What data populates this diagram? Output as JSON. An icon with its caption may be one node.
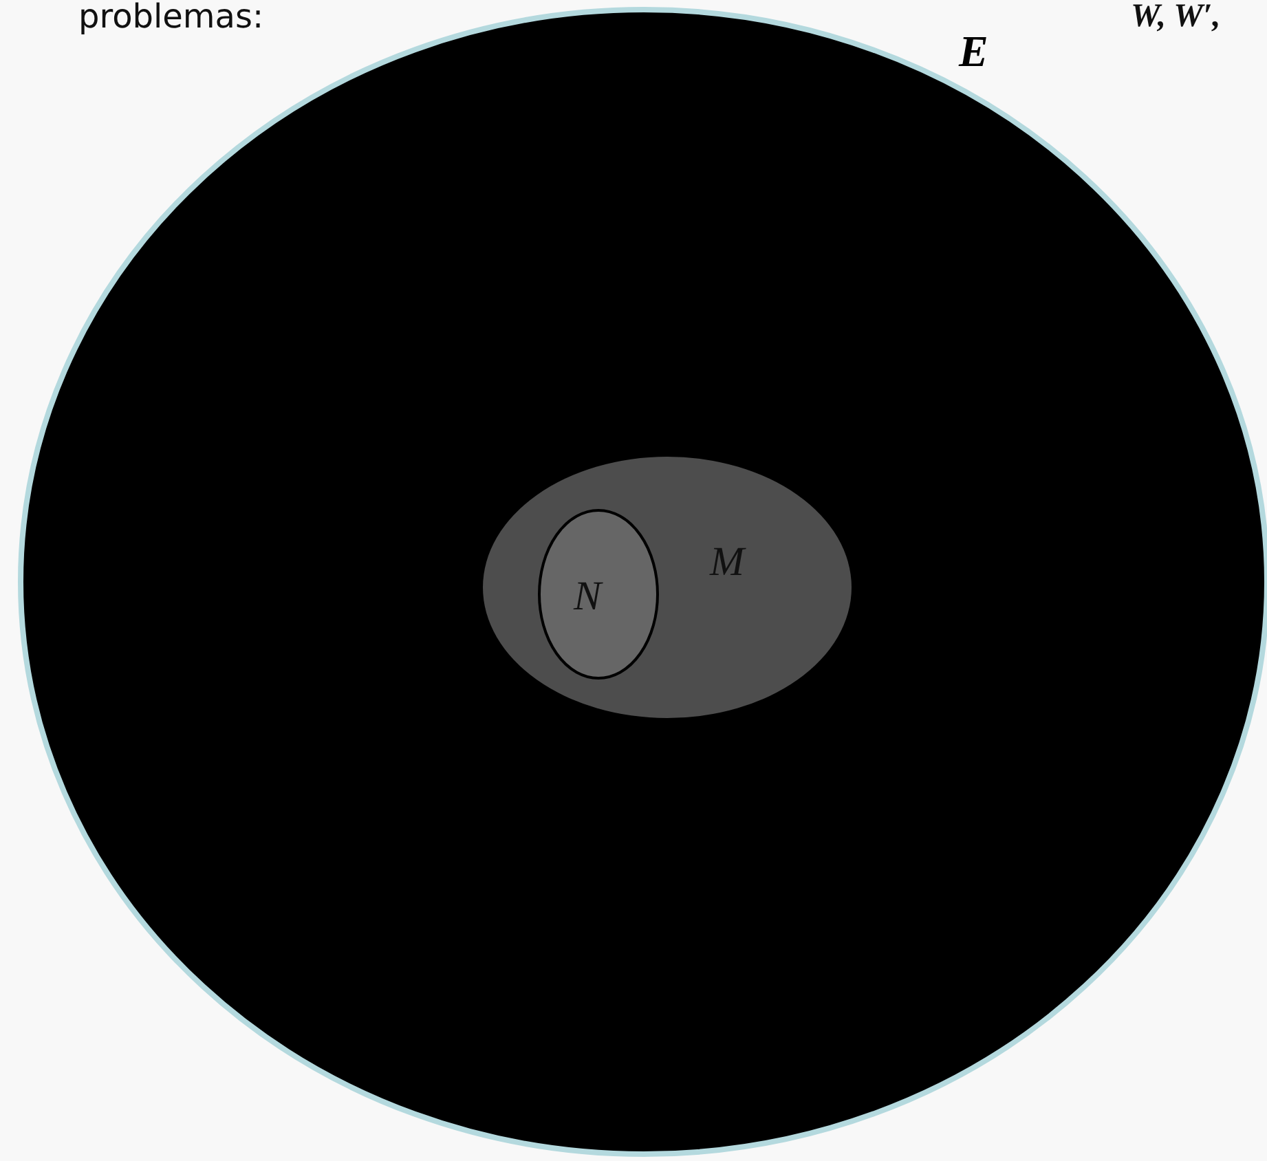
{
  "diagram": {
    "nodes": [
      {
        "text": [
          "E"
        ]
      },
      {
        "text": [
          "M"
        ],
        "in": 0
      },
      {
        "text": [
          "N"
        ],
        "in": 1
      }
    ],
    "labels": [
      "problemas:",
      "W, W′,"
    ]
  }
}
